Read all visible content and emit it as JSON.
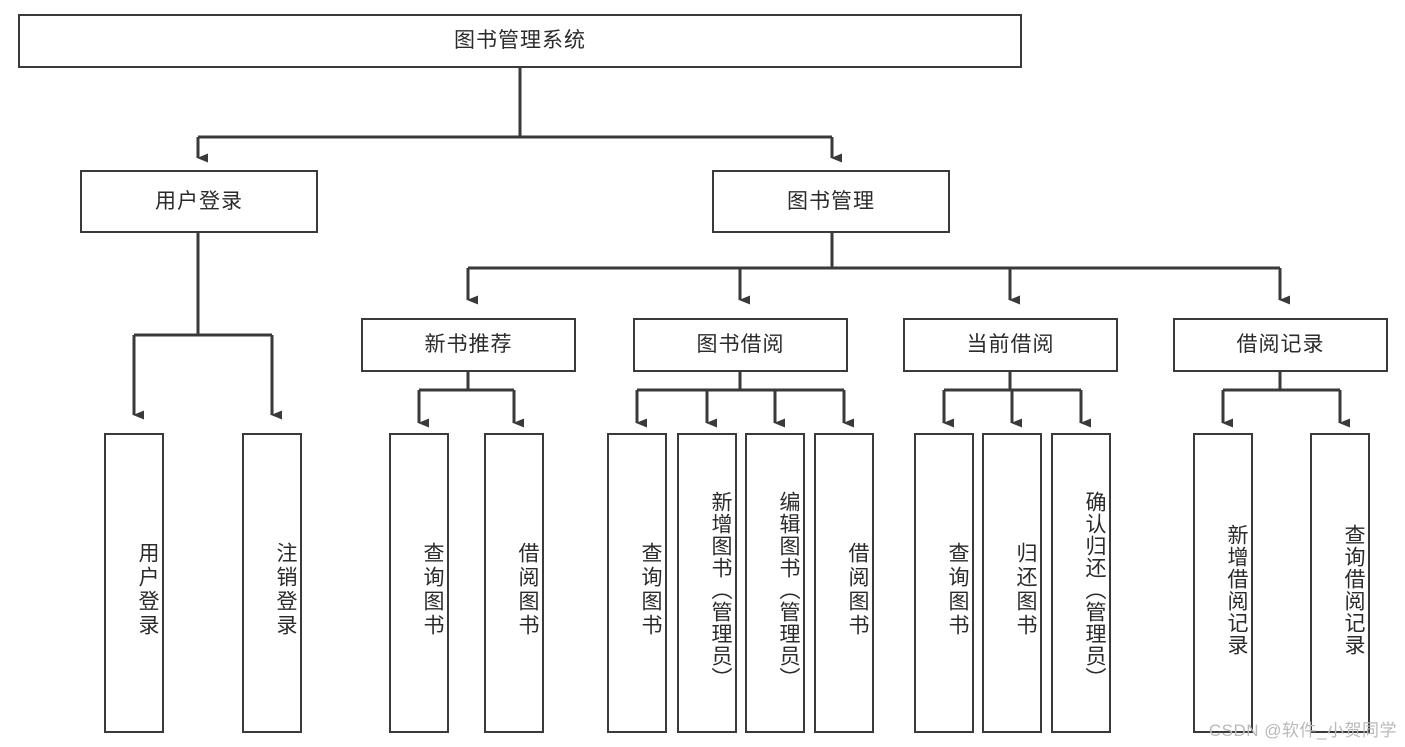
{
  "diagram": {
    "title_node": {
      "label": "图书管理系统"
    },
    "level2": [
      {
        "id": "user-login",
        "label": "用户登录"
      },
      {
        "id": "book-management",
        "label": "图书管理"
      }
    ],
    "level3": [
      {
        "id": "new-book-recommend",
        "label": "新书推荐"
      },
      {
        "id": "book-borrow",
        "label": "图书借阅"
      },
      {
        "id": "current-borrow",
        "label": "当前借阅"
      },
      {
        "id": "borrow-record",
        "label": "借阅记录"
      }
    ],
    "leaves": {
      "user_login": [
        {
          "id": "leaf-user-login",
          "label": "用户登录"
        },
        {
          "id": "leaf-logout",
          "label": "注销登录"
        }
      ],
      "new_book_recommend": [
        {
          "id": "leaf-query-book-1",
          "label": "查询图书"
        },
        {
          "id": "leaf-borrow-book-1",
          "label": "借阅图书"
        }
      ],
      "book_borrow": [
        {
          "id": "leaf-query-book-2",
          "label": "查询图书"
        },
        {
          "id": "leaf-add-book",
          "label": "新增图书（管理员）"
        },
        {
          "id": "leaf-edit-book",
          "label": "编辑图书（管理员）"
        },
        {
          "id": "leaf-borrow-book-2",
          "label": "借阅图书"
        }
      ],
      "current_borrow": [
        {
          "id": "leaf-query-book-3",
          "label": "查询图书"
        },
        {
          "id": "leaf-return-book",
          "label": "归还图书"
        },
        {
          "id": "leaf-confirm-return",
          "label": "确认归还（管理员）"
        }
      ],
      "borrow_record": [
        {
          "id": "leaf-add-record",
          "label": "新增借阅记录"
        },
        {
          "id": "leaf-query-record",
          "label": "查询借阅记录"
        }
      ]
    }
  },
  "watermark": {
    "text": "CSDN @软件_小贺同学"
  },
  "colors": {
    "stroke": "#3a3a3a",
    "text": "#2b2b2b",
    "background": "#ffffff",
    "watermark": "#b9b9b9"
  }
}
